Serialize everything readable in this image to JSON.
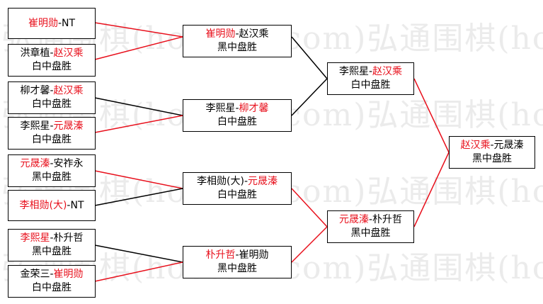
{
  "watermark": {
    "text": "弘通围棋(hootom.com)弘通围棋(hootom.com)"
  },
  "colors": {
    "winner_path": "#e8101c",
    "loser_path": "#000000",
    "box_border": "#000000"
  },
  "matches": {
    "r1_1": {
      "top": {
        "player": "崔明勋",
        "sep": "-",
        "opponent": "NT",
        "player_winner": true,
        "opponent_winner": false
      }
    },
    "r1_2": {
      "top": {
        "player": "洪章植",
        "sep": "-",
        "opponent": "赵汉乘",
        "player_winner": false,
        "opponent_winner": true
      },
      "result": "白中盘胜"
    },
    "r1_3": {
      "top": {
        "player": "柳才馨",
        "sep": "-",
        "opponent": "赵汉乘",
        "player_winner": false,
        "opponent_winner": true
      },
      "result": "白中盘胜"
    },
    "r1_4": {
      "top": {
        "player": "李熙星",
        "sep": "-",
        "opponent": "元晟溱",
        "player_winner": false,
        "opponent_winner": true
      },
      "result": "白中盘胜"
    },
    "r1_5": {
      "top": {
        "player": "元晟溱",
        "sep": "-",
        "opponent": "安祚永",
        "player_winner": true,
        "opponent_winner": false
      },
      "result": "黑中盘胜"
    },
    "r1_6": {
      "top": {
        "player": "李相勋(大)",
        "sep": "-",
        "opponent": "NT",
        "player_winner": true,
        "opponent_winner": false
      }
    },
    "r1_7": {
      "top": {
        "player": "李熙星",
        "sep": "-",
        "opponent": "朴升哲",
        "player_winner": true,
        "opponent_winner": false
      },
      "result": "黑中盘胜"
    },
    "r1_8": {
      "top": {
        "player": "金荣三",
        "sep": "-",
        "opponent": "崔明勋",
        "player_winner": false,
        "opponent_winner": true
      },
      "result": "白中盘胜"
    },
    "r2_1": {
      "top": {
        "player": "崔明勋",
        "sep": "-",
        "opponent": "赵汉乘",
        "player_winner": true,
        "opponent_winner": false
      },
      "result": "黑中盘胜"
    },
    "r2_2": {
      "top": {
        "player": "李熙星",
        "sep": "-",
        "opponent": "柳才馨",
        "player_winner": false,
        "opponent_winner": true
      },
      "result": "白中盘胜"
    },
    "r2_3": {
      "top": {
        "player": "李相勋(大)",
        "sep": "-",
        "opponent": "元晟溱",
        "player_winner": false,
        "opponent_winner": true
      },
      "result": "白中盘胜"
    },
    "r2_4": {
      "top": {
        "player": "朴升哲",
        "sep": "-",
        "opponent": "崔明勋",
        "player_winner": true,
        "opponent_winner": false
      },
      "result": "黑中盘胜"
    },
    "r3_1": {
      "top": {
        "player": "李熙星",
        "sep": "-",
        "opponent": "赵汉乘",
        "player_winner": false,
        "opponent_winner": true
      },
      "result": "白中盘胜"
    },
    "r3_2": {
      "top": {
        "player": "元晟溱",
        "sep": "-",
        "opponent": "朴升哲",
        "player_winner": true,
        "opponent_winner": false
      },
      "result": "黑中盘胜"
    },
    "final": {
      "top": {
        "player": "赵汉乘",
        "sep": "-",
        "opponent": "元晟溱",
        "player_winner": true,
        "opponent_winner": false
      },
      "result": "黑中盘胜"
    }
  }
}
